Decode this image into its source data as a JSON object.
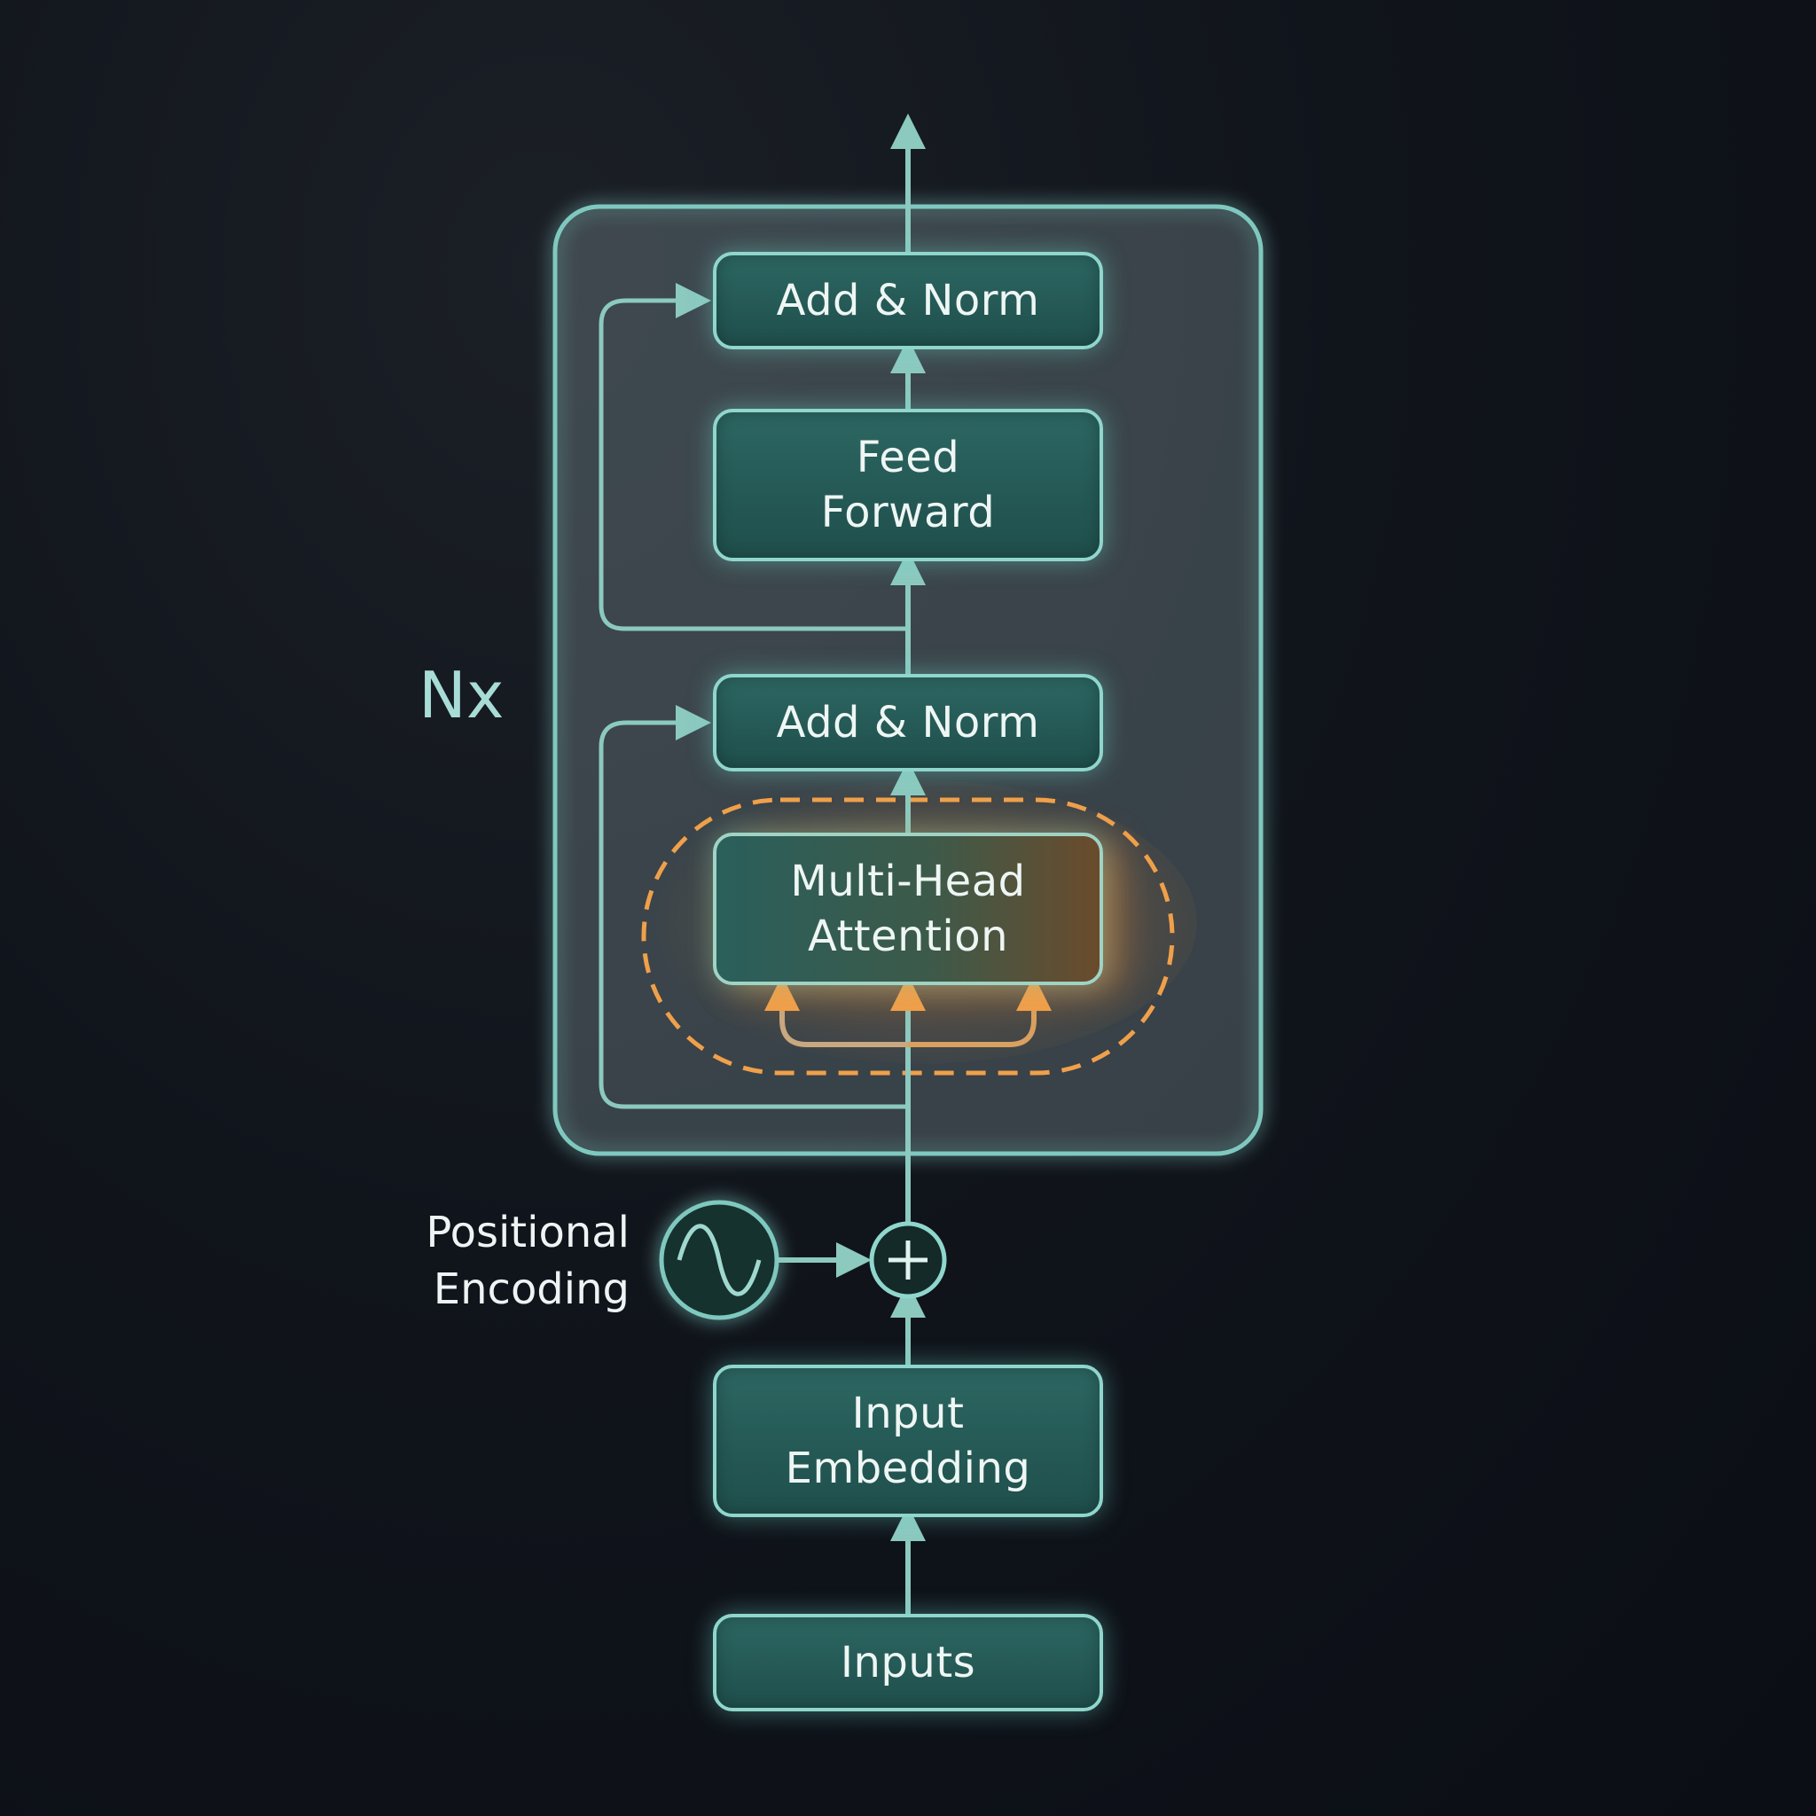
{
  "diagram": {
    "repeat_label": "Nx",
    "blocks": {
      "add_norm_top": [
        "Add & Norm"
      ],
      "feed_forward": [
        "Feed",
        "Forward"
      ],
      "add_norm_bottom": [
        "Add & Norm"
      ],
      "attention": [
        "Multi-Head",
        "Attention"
      ],
      "input_embedding": [
        "Input",
        "Embedding"
      ],
      "inputs": [
        "Inputs"
      ]
    },
    "positional_encoding": [
      "Positional",
      "Encoding"
    ],
    "icons": {
      "positional_encoding": "sine-wave-icon",
      "sum": "plus-circle-icon"
    }
  },
  "colors": {
    "background": "#0e1218",
    "block_fill": "#245955",
    "block_border": "#8fd6cd",
    "wire": "#8cc9bf",
    "attention_highlight": "#f0a04a",
    "label_accent": "#a8dcd6"
  }
}
